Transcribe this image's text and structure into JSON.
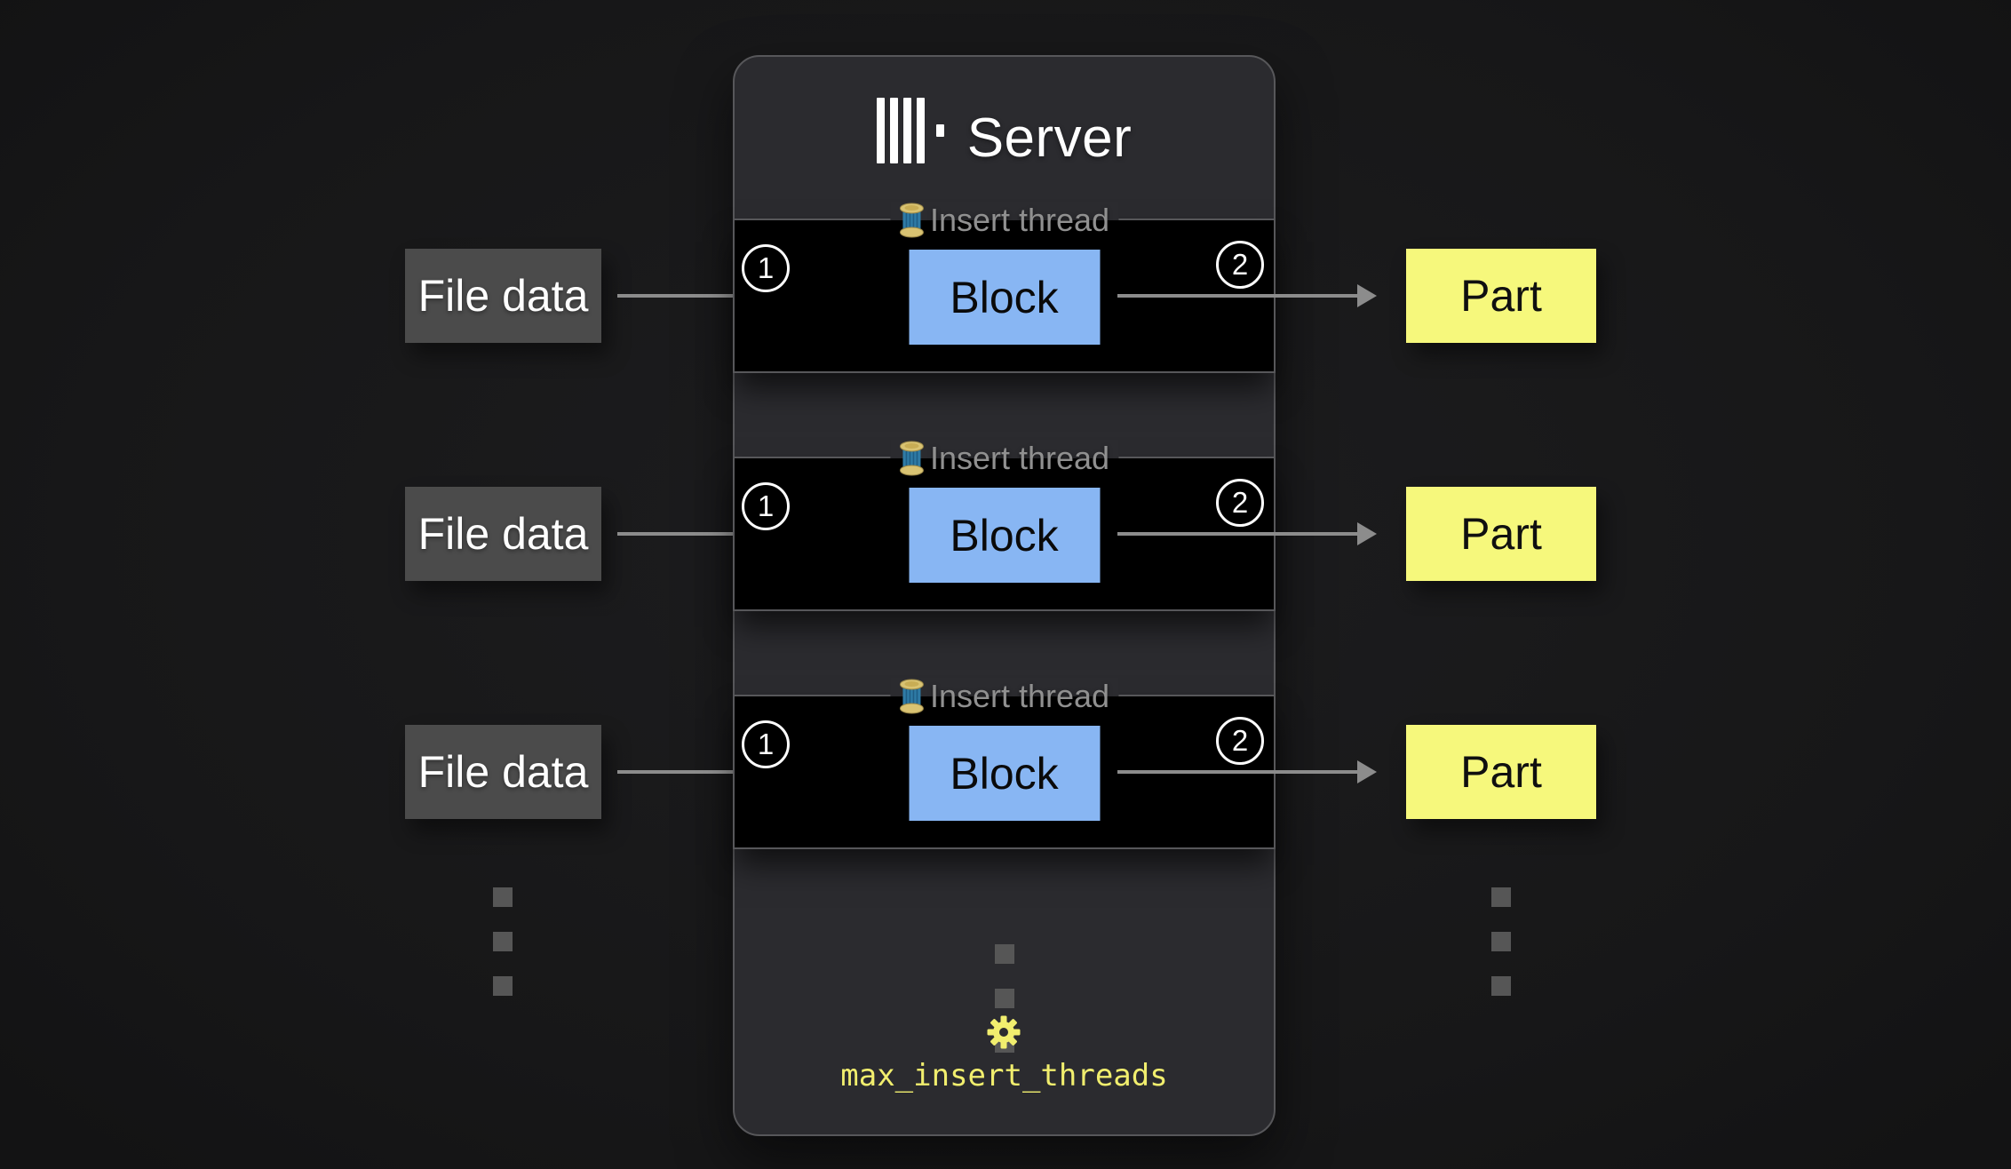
{
  "colors": {
    "background": "#171718",
    "panel_bg": "#2b2b2f",
    "panel_border": "#57575a",
    "thread_box_bg": "#000000",
    "block_blue": "#88b6f3",
    "part_yellow": "#f6f87c",
    "file_data_gray": "#4b4b4b",
    "arrow_gray": "#8c8c8c",
    "thread_label_gray": "#909090",
    "setting_yellow": "#f1ee6e",
    "logo_white": "#ffffff",
    "dot_gray": "#565656"
  },
  "server": {
    "title": "Server",
    "logo_icon": "clickhouse-bars-icon",
    "setting": {
      "icon": "gear-icon",
      "label": "max_insert_threads"
    }
  },
  "rows": [
    {
      "input": "File data",
      "step_in": "1",
      "thread_icon": "thread-spool-icon",
      "thread_label": "Insert thread",
      "block": "Block",
      "step_out": "2",
      "output": "Part"
    },
    {
      "input": "File data",
      "step_in": "1",
      "thread_icon": "thread-spool-icon",
      "thread_label": "Insert thread",
      "block": "Block",
      "step_out": "2",
      "output": "Part"
    },
    {
      "input": "File data",
      "step_in": "1",
      "thread_icon": "thread-spool-icon",
      "thread_label": "Insert thread",
      "block": "Block",
      "step_out": "2",
      "output": "Part"
    }
  ]
}
